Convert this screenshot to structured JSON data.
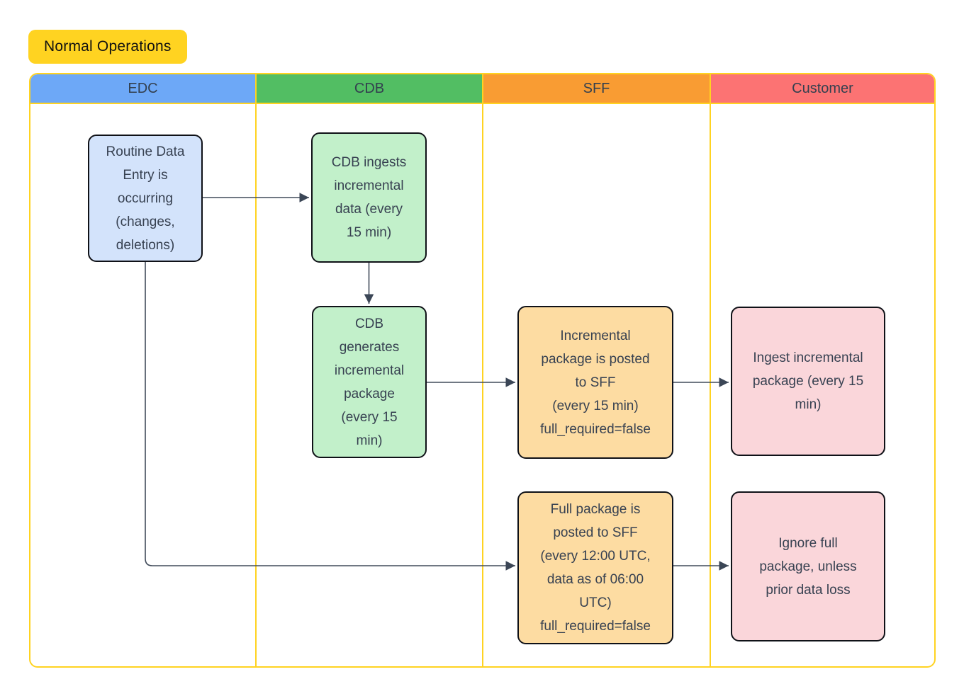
{
  "title": "Normal Operations",
  "lanes": [
    {
      "id": "edc",
      "label": "EDC",
      "color": "#6DA8F7"
    },
    {
      "id": "cdb",
      "label": "CDB",
      "color": "#52BE63"
    },
    {
      "id": "sff",
      "label": "SFF",
      "color": "#F99C33"
    },
    {
      "id": "customer",
      "label": "Customer",
      "color": "#FC7373"
    }
  ],
  "nodes": {
    "routine": {
      "lane": "EDC",
      "text": "Routine Data\nEntry is\noccurring\n(changes,\ndeletions)",
      "fill": "#D3E3FB"
    },
    "cdb_ingest": {
      "lane": "CDB",
      "text": "CDB ingests\nincremental\ndata (every\n15 min)",
      "fill": "#C2F0CA"
    },
    "cdb_generate": {
      "lane": "CDB",
      "text": "CDB\ngenerates\nincremental\npackage\n(every 15\nmin)",
      "fill": "#C2F0CA"
    },
    "sff_incremental": {
      "lane": "SFF",
      "text": "Incremental\npackage is posted\nto SFF\n(every 15 min)\nfull_required=false",
      "fill": "#FDDCA2"
    },
    "sff_full": {
      "lane": "SFF",
      "text": "Full package is\nposted to SFF\n(every 12:00 UTC,\ndata as of 06:00\nUTC)\nfull_required=false",
      "fill": "#FDDCA2"
    },
    "customer_ingest": {
      "lane": "Customer",
      "text": "Ingest incremental\npackage (every 15\nmin)",
      "fill": "#FAD6DA"
    },
    "customer_ignore": {
      "lane": "Customer",
      "text": "Ignore full\npackage, unless\nprior data loss",
      "fill": "#FAD6DA"
    }
  },
  "edges": [
    {
      "from": "routine",
      "to": "cdb_ingest"
    },
    {
      "from": "cdb_ingest",
      "to": "cdb_generate"
    },
    {
      "from": "cdb_generate",
      "to": "sff_incremental"
    },
    {
      "from": "sff_incremental",
      "to": "customer_ingest"
    },
    {
      "from": "routine",
      "to": "sff_full"
    },
    {
      "from": "sff_full",
      "to": "customer_ignore"
    }
  ],
  "colors": {
    "accent_yellow": "#FFD321",
    "node_border": "#0F1117",
    "text": "#374151",
    "edge": "#414B5A"
  }
}
